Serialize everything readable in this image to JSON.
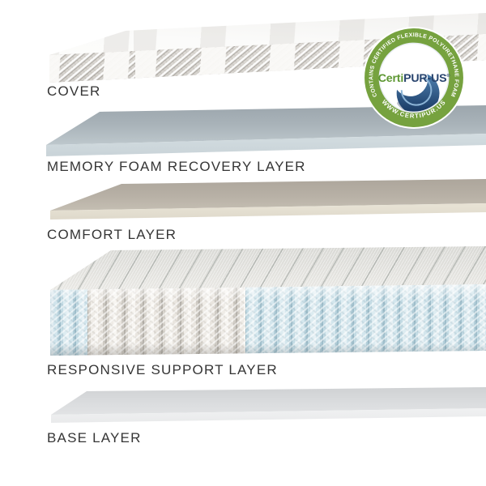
{
  "diagram": {
    "layers": [
      {
        "id": "cover",
        "label": "COVER",
        "top_color": "#fbfbfa",
        "front_color": "#dedbd6"
      },
      {
        "id": "memory-foam",
        "label": "MEMORY FOAM RECOVERY LAYER",
        "top_color": "#a4aeb4",
        "front_color": "#d6e0e3"
      },
      {
        "id": "comfort",
        "label": "COMFORT LAYER",
        "top_color": "#b4ada2",
        "front_color": "#ebe6d9"
      },
      {
        "id": "support",
        "label": "RESPONSIVE SUPPORT LAYER",
        "coil_white_color": "#ece9e3",
        "coil_blue_color": "#cfe3ea"
      },
      {
        "id": "base",
        "label": "BASE LAYER",
        "top_color": "#dadcde",
        "front_color": "#f2f3f4"
      }
    ],
    "label_text_color": "#353535"
  },
  "badge": {
    "top_arc_text": "CONTAINS CERTIFIED FLEXIBLE POLYURETHANE FOAM",
    "bottom_arc_text": "WWW.CERTIPUR.US",
    "wordmark_green": "Certi",
    "wordmark_navy": "PUR-US",
    "registered_symbol": "®",
    "ring_color": "#76a23f",
    "wordmark_green_color": "#5d9732",
    "wordmark_navy_color": "#28446e",
    "swoosh_blue_color": "#2d5f9b",
    "swoosh_gray_color": "#b9bec8"
  }
}
